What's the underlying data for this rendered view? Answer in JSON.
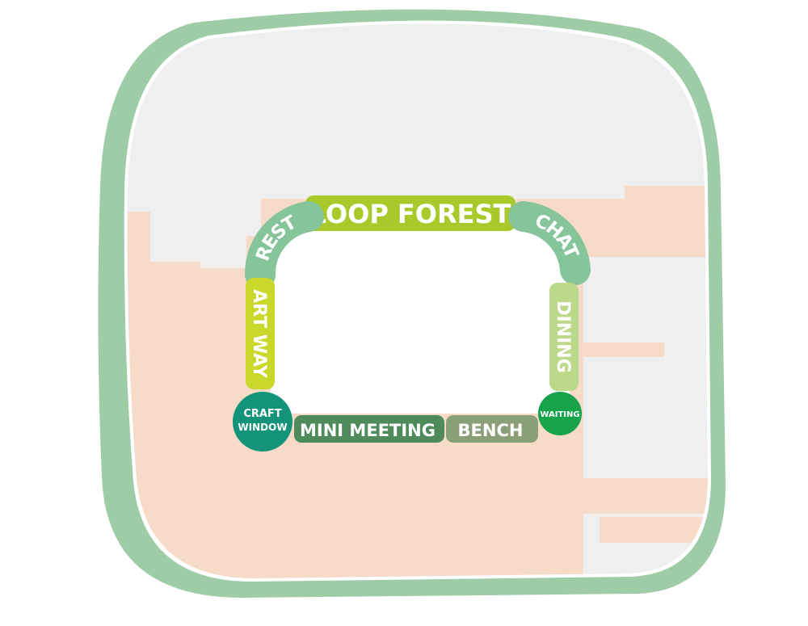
{
  "colors": {
    "outer_ring": "#9dcca6",
    "site_gray": "#efefef",
    "site_peach": "#f6dcc8",
    "courtyard": "#ffffff",
    "loop_forest": "#a9c92b",
    "rest": "#86c49a",
    "chat": "#86c49a",
    "art_way": "#c9d82b",
    "dining": "#bcd889",
    "craft_window": "#12937a",
    "waiting": "#16a34a",
    "mini_meeting": "#4f8a5b",
    "bench": "#889f77"
  },
  "zones": {
    "loop_forest": "LOOP FOREST",
    "rest": "REST",
    "chat": "CHAT",
    "art_way": "ART WAY",
    "dining": "DINING",
    "craft_window_line1": "CRAFT",
    "craft_window_line2": "WINDOW",
    "waiting": "WAITING",
    "mini_meeting": "MINI MEETING",
    "bench": "BENCH"
  }
}
